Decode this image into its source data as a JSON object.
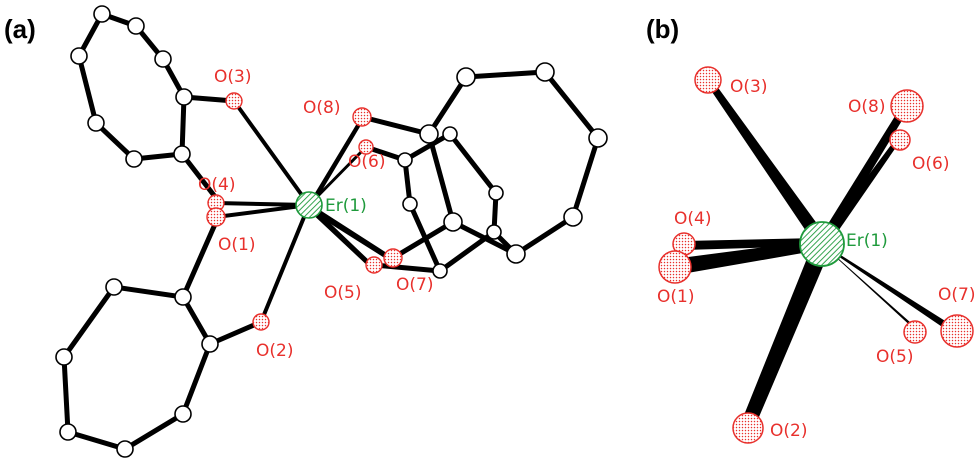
{
  "panels": {
    "a": {
      "label": "(a)"
    },
    "b": {
      "label": "(b)"
    }
  },
  "atom_labels": {
    "er1": "Er(1)",
    "o1": "O(1)",
    "o2": "O(2)",
    "o3": "O(3)",
    "o4": "O(4)",
    "o5": "O(5)",
    "o6": "O(6)",
    "o7": "O(7)",
    "o8": "O(8)"
  },
  "colors": {
    "oxygen": "#e8302c",
    "erbium": "#1f9a3c",
    "carbon": "#000000",
    "bond": "#000000",
    "background": "#ffffff"
  }
}
